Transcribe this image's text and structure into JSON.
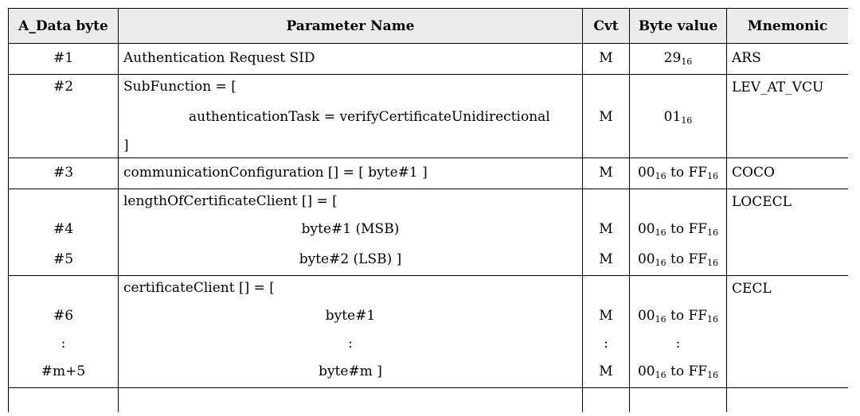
{
  "headers": [
    "A_Data byte",
    "Parameter Name",
    "Cvt",
    "Byte value",
    "Mnemonic"
  ],
  "rows": {
    "r1": {
      "byte": "#1",
      "param": "Authentication Request SID",
      "cvt": "M",
      "bv_base": "29",
      "bv_sub": "16",
      "mnemonic": "ARS"
    },
    "r2": {
      "byte": "#2",
      "param_open": "SubFunction = [",
      "param_inner": "authenticationTask = verifyCertificateUnidirectional",
      "param_close": "]",
      "cvt": "M",
      "bv_base": "01",
      "bv_sub": "16",
      "mnemonic": "LEV_AT_VCU"
    },
    "r3": {
      "byte": "#3",
      "param": "communicationConfiguration [] = [ byte#1 ]",
      "cvt": "M",
      "bv_a": "00",
      "bv_sub_a": "16",
      "bv_to": " to ",
      "bv_b": "FF",
      "bv_sub_b": "16",
      "mnemonic": "COCO"
    },
    "r4": {
      "param_open": "lengthOfCertificateClient [] = [",
      "mnemonic": "LOCECL",
      "lines": [
        {
          "byte": "#4",
          "param": "byte#1 (MSB)",
          "cvt": "M",
          "bv_a": "00",
          "bv_sub_a": "16",
          "bv_to": " to ",
          "bv_b": "FF",
          "bv_sub_b": "16"
        },
        {
          "byte": "#5",
          "param": "byte#2 (LSB) ]",
          "cvt": "M",
          "bv_a": "00",
          "bv_sub_a": "16",
          "bv_to": " to ",
          "bv_b": "FF",
          "bv_sub_b": "16"
        }
      ]
    },
    "r5": {
      "param_open": "certificateClient [] = [",
      "mnemonic": "CECL",
      "lines": [
        {
          "byte": "#6",
          "param": "byte#1",
          "cvt": "M",
          "bv_a": "00",
          "bv_sub_a": "16",
          "bv_to": " to ",
          "bv_b": "FF",
          "bv_sub_b": "16"
        },
        {
          "byte": ":",
          "param": ":",
          "cvt": ":",
          "bv": ":"
        },
        {
          "byte": "#m+5",
          "param": "byte#m ]",
          "cvt": "M",
          "bv_a": "00",
          "bv_sub_a": "16",
          "bv_to": " to ",
          "bv_b": "FF",
          "bv_sub_b": "16"
        }
      ]
    }
  }
}
